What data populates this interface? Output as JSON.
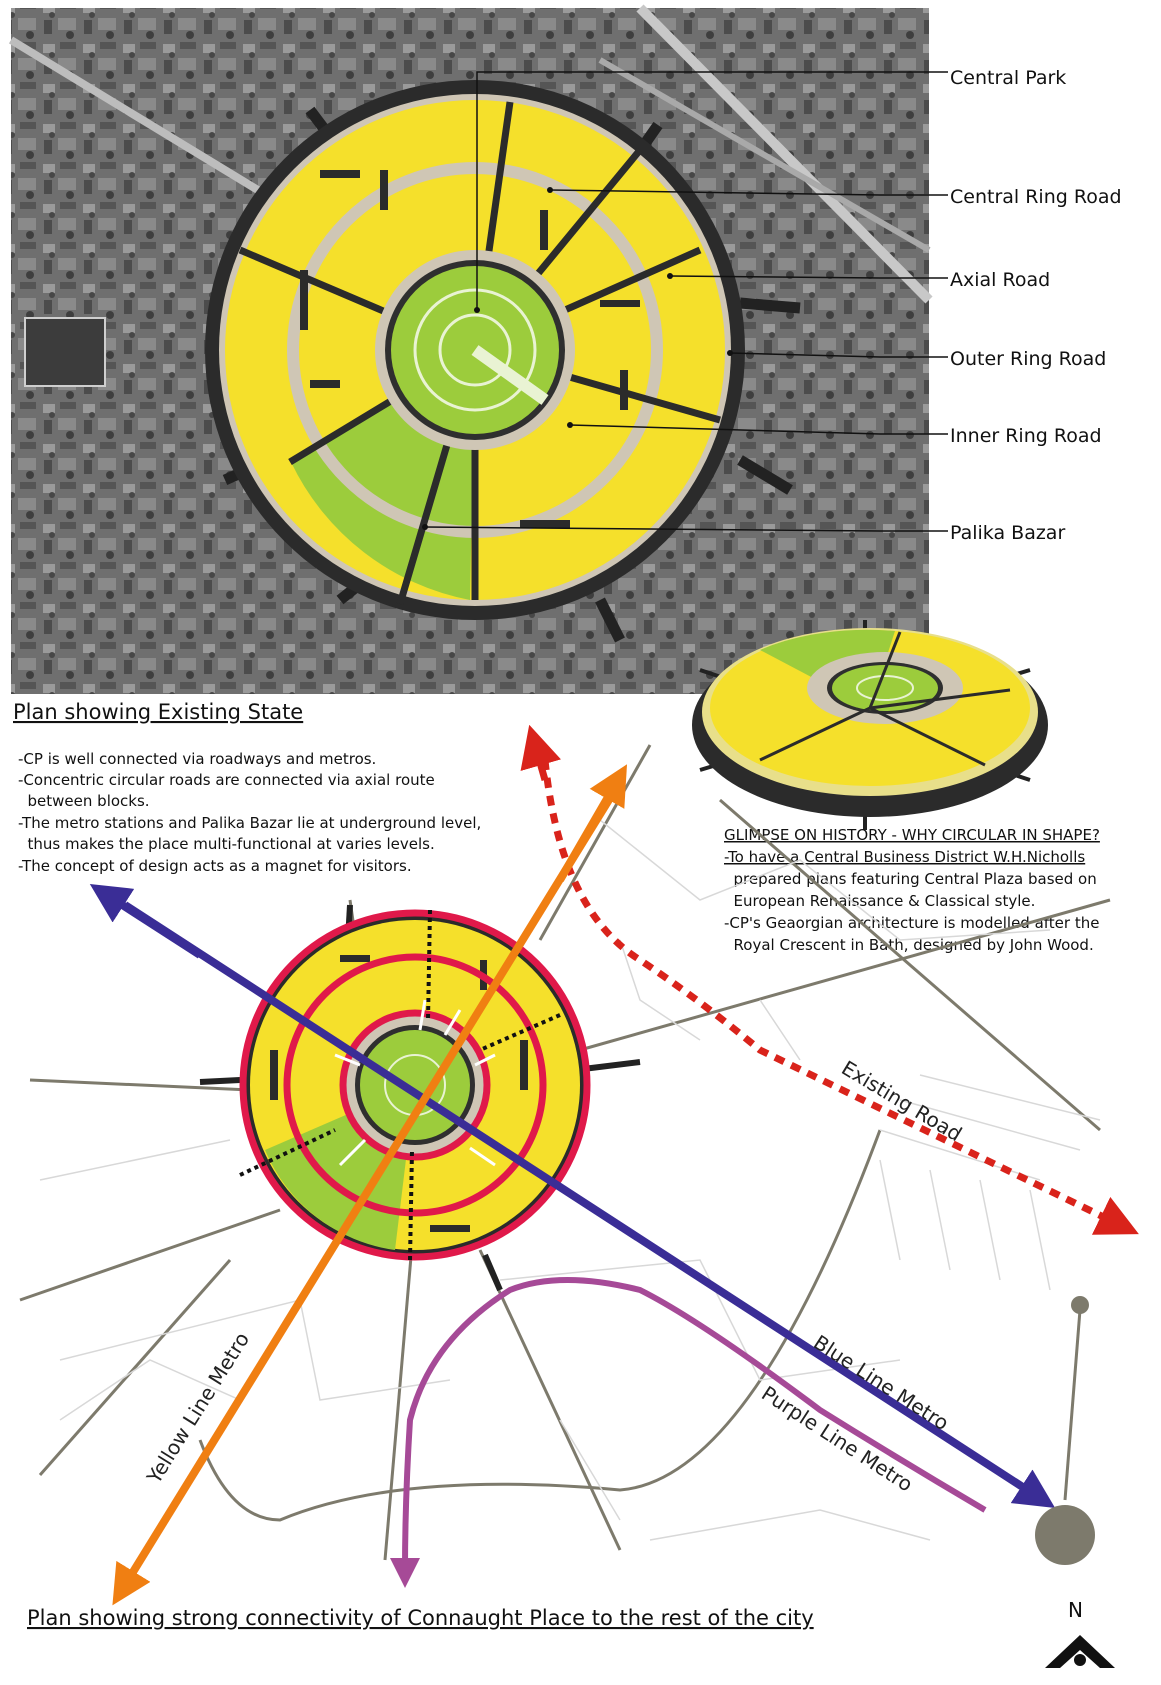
{
  "top_plan": {
    "title": "Plan showing Existing State",
    "labels": [
      {
        "id": "central-park",
        "text": "Central Park"
      },
      {
        "id": "central-ring-road",
        "text": "Central Ring Road"
      },
      {
        "id": "axial-road",
        "text": "Axial Road"
      },
      {
        "id": "outer-ring-road",
        "text": "Outer Ring Road"
      },
      {
        "id": "inner-ring-road",
        "text": "Inner Ring Road"
      },
      {
        "id": "palika-bazar",
        "text": "Palika Bazar"
      }
    ]
  },
  "notes": [
    "-CP is well connected via roadways and metros.",
    "-Concentric circular roads are connected via axial route",
    "  between blocks.",
    "-The metro stations and Palika Bazar lie at underground level,",
    "  thus makes the place multi-functional at varies levels.",
    "-The concept of design acts as a magnet for visitors."
  ],
  "history": {
    "heading": "GLIMPSE ON HISTORY - WHY CIRCULAR IN SHAPE?",
    "lines": [
      "-To have a Central Business District W.H.Nicholls",
      "  prepared plans featuring Central Plaza based on",
      "  European Renaissance & Classical style.",
      "-CP's Geaorgian architecture is modelled after the",
      "  Royal Crescent in Bath, designed by John Wood."
    ]
  },
  "bottom_plan": {
    "title": "Plan showing strong connectivity of Connaught Place to the rest of the city",
    "routes": {
      "existing_road": "Existing Road",
      "blue_line": "Blue Line Metro",
      "purple_line": "Purple Line Metro",
      "yellow_line": "Yellow Line Metro"
    },
    "north": "N"
  },
  "colors": {
    "yellow": "#f5e02b",
    "green": "#9ccc3c",
    "ring_red": "#e0194a",
    "blue_metro": "#3a2d96",
    "orange_metro": "#f07f12",
    "purple_metro": "#a64a97",
    "existing_road": "#d9231b",
    "gray_road": "#7d7a6c"
  }
}
